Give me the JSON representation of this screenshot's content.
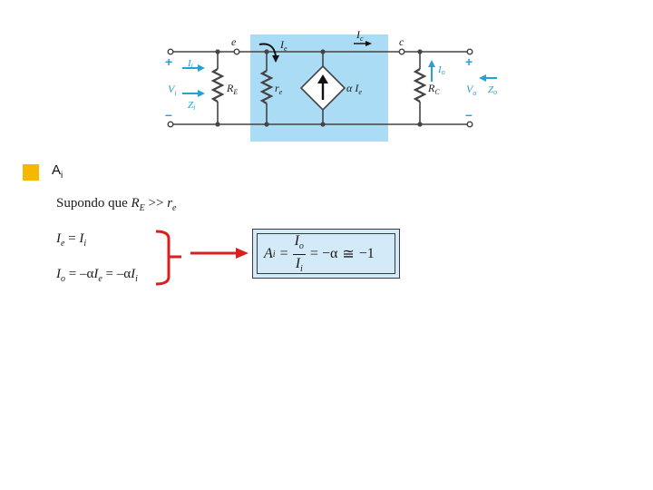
{
  "circuit": {
    "node_e": "e",
    "node_c": "c",
    "plus": "+",
    "minus": "–",
    "current_in": {
      "sym": "I",
      "sub": "i"
    },
    "voltage_in": {
      "sym": "V",
      "sub": "i"
    },
    "impedance_in": {
      "sym": "Z",
      "sub": "i"
    },
    "resistor_e": {
      "sym": "R",
      "sub": "E"
    },
    "resistor_re": {
      "sym": "r",
      "sub": "e"
    },
    "current_e": {
      "sym": "I",
      "sub": "e"
    },
    "current_c": {
      "sym": "I",
      "sub": "c"
    },
    "source_label": {
      "coef": "α",
      "sym": "I",
      "sub": "e"
    },
    "resistor_c": {
      "sym": "R",
      "sub": "C"
    },
    "current_out": {
      "sym": "I",
      "sub": "o"
    },
    "voltage_out": {
      "sym": "V",
      "sub": "o"
    },
    "impedance_out": {
      "sym": "Z",
      "sub": "o"
    },
    "colors": {
      "highlight": "#aadcf5",
      "accent": "#2a9fd6",
      "wire": "#444444"
    }
  },
  "bullet": {
    "main": "A",
    "sub": "i",
    "color": "#f5b800"
  },
  "assumption": {
    "text": "Supondo que",
    "left": "R",
    "left_sub": "E",
    "op": ">>",
    "right": "r",
    "right_sub": "e"
  },
  "eq1": {
    "lhs": "I",
    "lhs_sub": "e",
    "op": "=",
    "rhs": "I",
    "rhs_sub": "i"
  },
  "eq2": {
    "lhs": "I",
    "lhs_sub": "o",
    "expr1": "= –α",
    "mid": "I",
    "mid_sub": "e",
    "expr2": "= –α",
    "rhs": "I",
    "rhs_sub": "i"
  },
  "annotation": {
    "color": "#d9201f"
  },
  "result": {
    "lhs": "A",
    "lhs_sub": "i",
    "eq": "=",
    "num": "I",
    "num_sub": "o",
    "den": "I",
    "den_sub": "i",
    "rhs1": "= −α",
    "approx": "≅",
    "rhs2": "−1",
    "color": "#d3ebf9"
  }
}
